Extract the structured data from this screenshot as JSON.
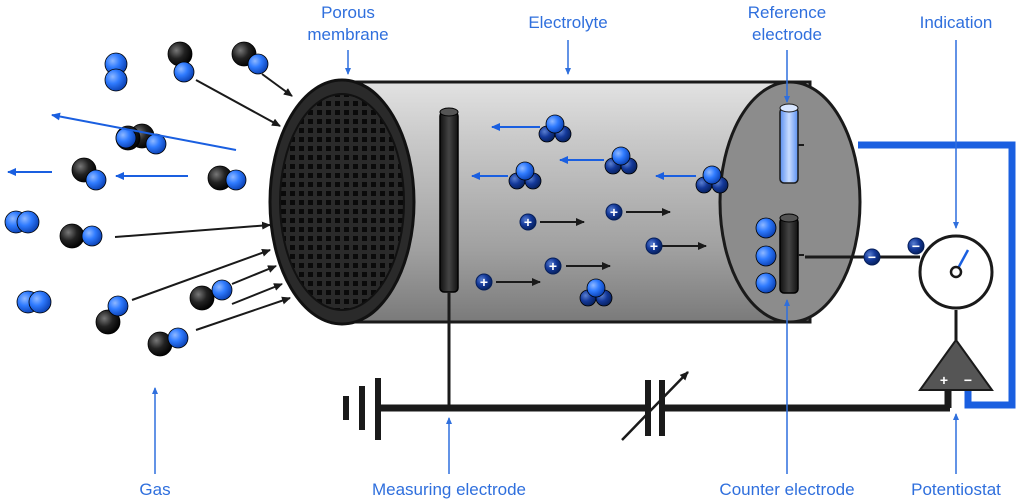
{
  "labels": {
    "porous_membrane": [
      "Porous",
      "membrane"
    ],
    "electrolyte": "Electrolyte",
    "reference_electrode": [
      "Reference",
      "electrode"
    ],
    "indication": "Indication",
    "gas": "Gas",
    "measuring_electrode": "Measuring electrode",
    "counter_electrode": "Counter electrode",
    "potentiostat": "Potentiostat"
  },
  "symbols": {
    "cation": "+",
    "anion": "−",
    "potentiostat_plus": "+",
    "potentiostat_minus": "−"
  },
  "colors": {
    "label_blue": "#2f6fdd",
    "wire_blue": "#1a5fe0",
    "molecule_blue": "#1f6fff",
    "molecule_dark_blue": "#0d3a9a",
    "carbon_black": "#1a1a1a",
    "cylinder_grey": "#a8a8a8",
    "wire_black": "#1a1a1a"
  },
  "icons": {
    "membrane": "grid-membrane-icon",
    "meter": "gauge-icon",
    "potentiostat": "triangle-amplifier-icon",
    "battery": "battery-icon",
    "variable_resistor": "variable-resistor-icon"
  }
}
